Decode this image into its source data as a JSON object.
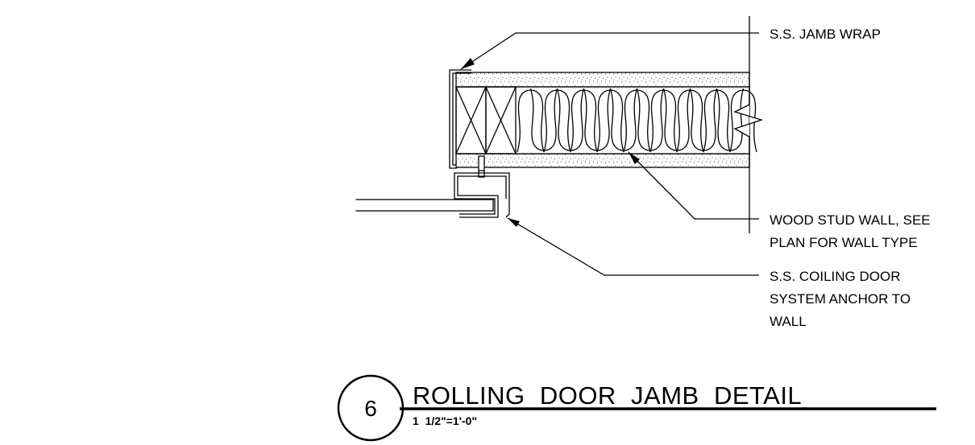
{
  "detail": {
    "number": "6",
    "title": "ROLLING  DOOR  JAMB  DETAIL",
    "scale": "1  1/2\"=1'-0\""
  },
  "callouts": {
    "jamb_wrap": {
      "lines": [
        "S.S. JAMB WRAP"
      ]
    },
    "wood_stud": {
      "lines": [
        "WOOD STUD WALL, SEE",
        "PLAN FOR WALL TYPE"
      ]
    },
    "anchor": {
      "lines": [
        "S.S. COILING DOOR",
        "SYSTEM ANCHOR TO",
        "WALL"
      ]
    }
  }
}
